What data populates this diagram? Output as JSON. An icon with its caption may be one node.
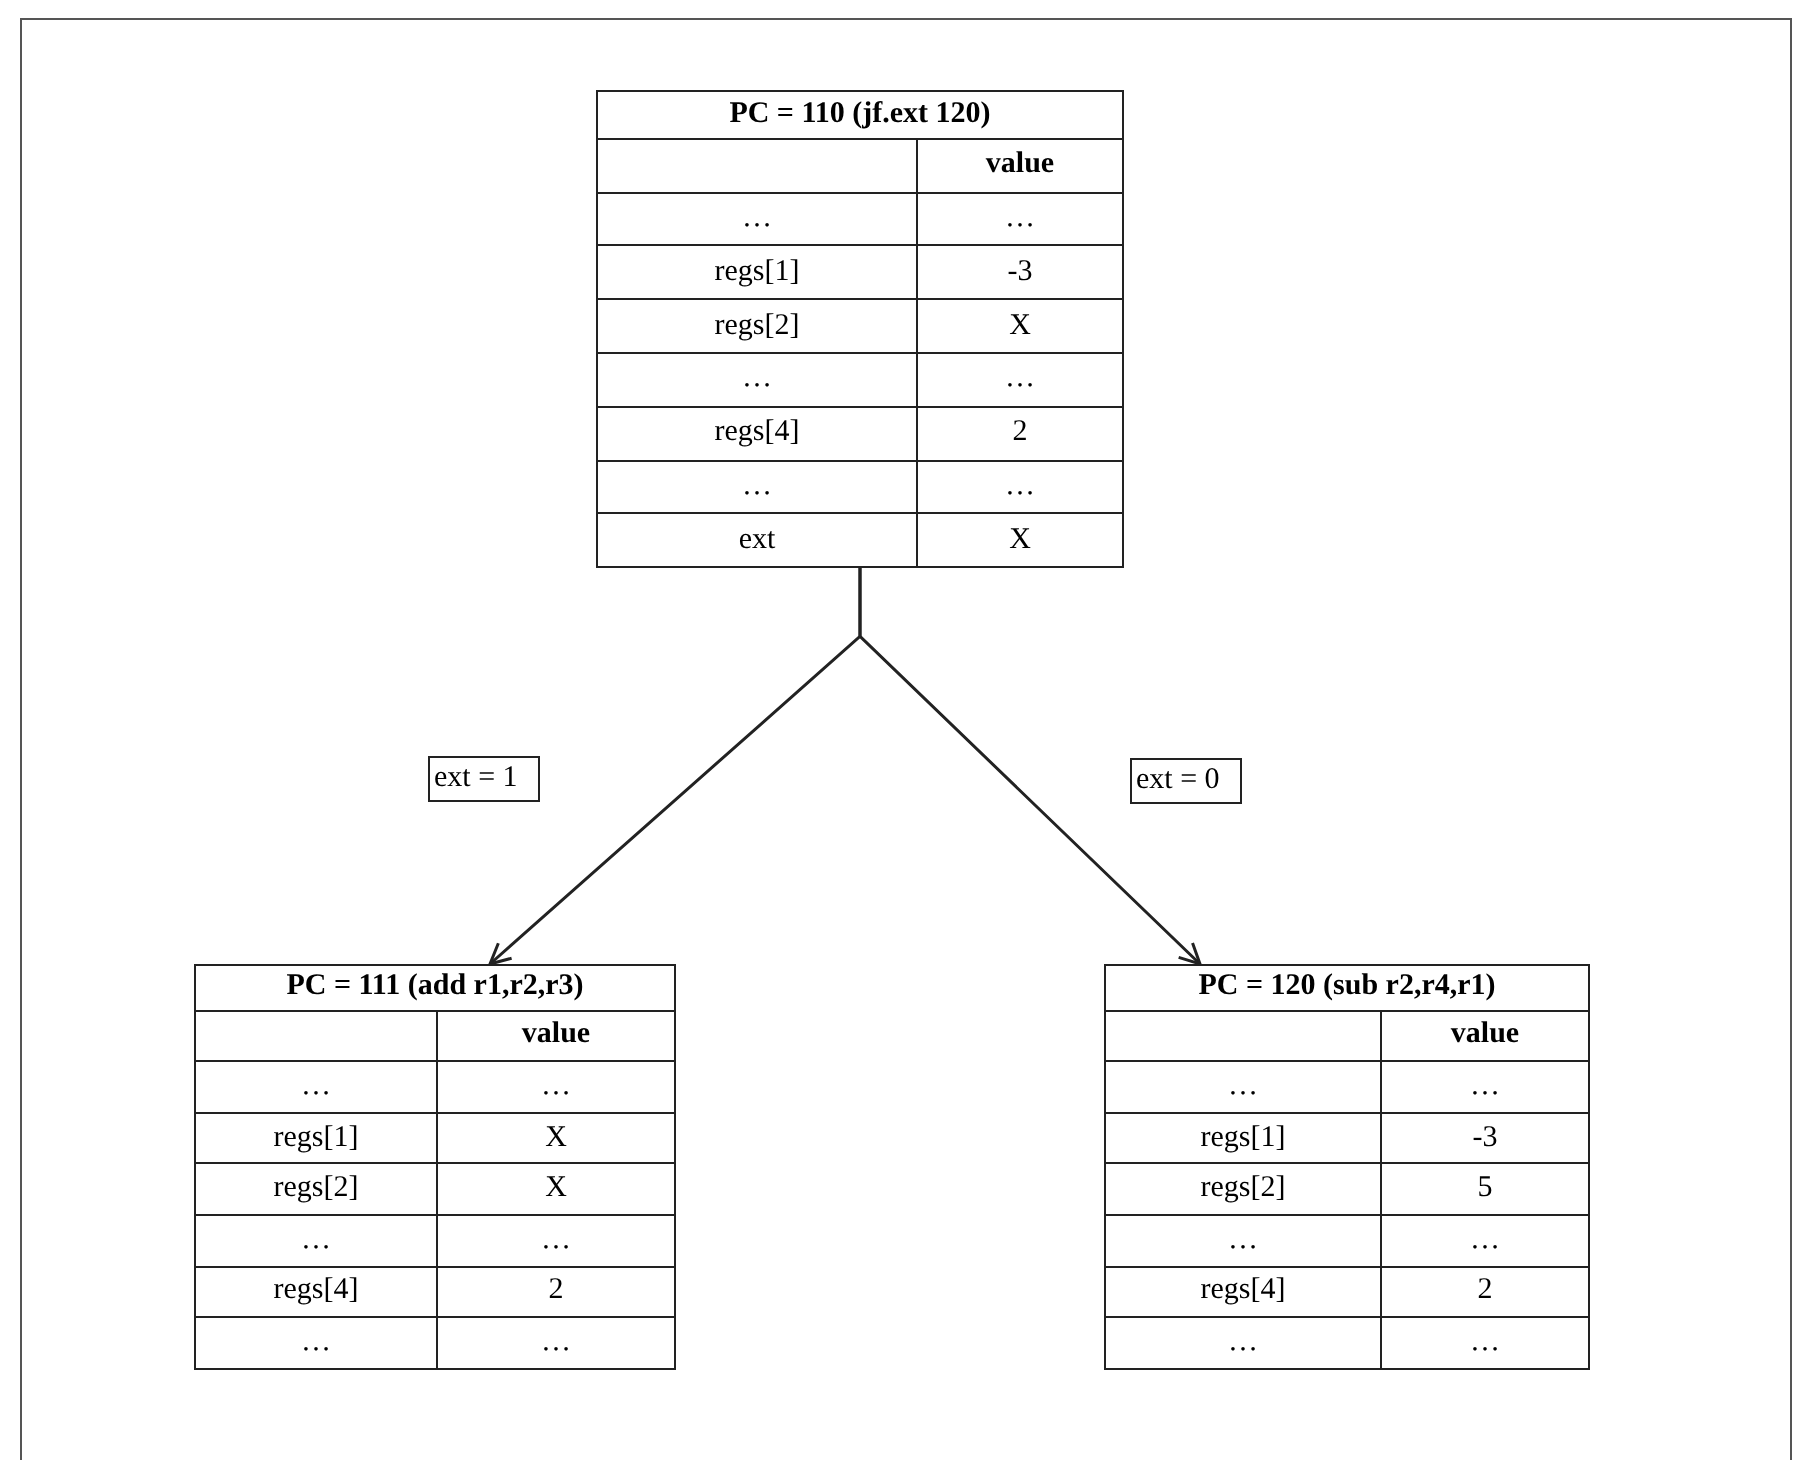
{
  "diagram": {
    "nodes": [
      {
        "text": [
          "PC = 110 (jf.ext 120)",
          "value",
          "…",
          "…",
          "regs[1]",
          "-3",
          "regs[2]",
          "X",
          "…",
          "…",
          "regs[4]",
          "2",
          "…",
          "…",
          "ext",
          "X"
        ]
      },
      {
        "text": [
          "PC = 111 (add r1,r2,r3)",
          "value",
          "…",
          "…",
          "regs[1]",
          "X",
          "regs[2]",
          "X",
          "…",
          "…",
          "regs[4]",
          "2",
          "…",
          "…"
        ]
      },
      {
        "text": [
          "PC = 120 (sub r2,r4,r1)",
          "value",
          "…",
          "…",
          "regs[1]",
          "-3",
          "regs[2]",
          "5",
          "…",
          "…",
          "regs[4]",
          "2",
          "…",
          "…"
        ]
      }
    ],
    "edges": [
      {
        "from": 0,
        "to": 1,
        "arrow": "to",
        "label": "ext = 1"
      },
      {
        "from": 0,
        "to": 2,
        "arrow": "to",
        "label": "ext = 0"
      }
    ]
  }
}
